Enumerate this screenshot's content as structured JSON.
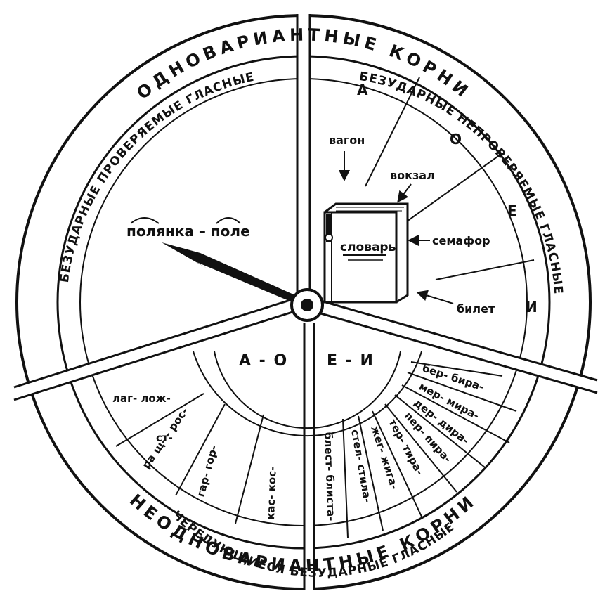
{
  "outer_ring": {
    "top": "ОДНОВАРИАНТНЫЕ КОРНИ",
    "bottom": "НЕОДНОВАРИАНТНЫЕ КОРНИ"
  },
  "sections": {
    "checked": {
      "title": "БЕЗУДАРНЫЕ ПРОВЕРЯЕМЫЕ ГЛАСНЫЕ",
      "example": "полянка – поле"
    },
    "unchecked": {
      "title": "БЕЗУДАРНЫЕ НЕПРОВЕРЯЕМЫЕ ГЛАСНЫЕ",
      "vowels": [
        "А",
        "О",
        "Е",
        "И"
      ],
      "words": [
        "вагон",
        "вокзал",
        "семафор",
        "билет"
      ],
      "book_label": "словарь"
    },
    "alternating": {
      "title": "ЧЕРЕДУЮЩИЕСЯ БЕЗУДАРНЫЕ ГЛАСНЫЕ",
      "hub_left": "А - О",
      "hub_right": "Е - И",
      "ao_roots": [
        "лаг- лож-",
        "ст-",
        "ра щ- - рос-",
        "гар- гор-",
        "кас- кос-"
      ],
      "ei_roots": [
        "бер- бира-",
        "мер- мира-",
        "дер- дира-",
        "пер- пира-",
        "тер- тира-",
        "жег- жига-",
        "стел- стила-",
        "блест- блиста-"
      ]
    }
  }
}
